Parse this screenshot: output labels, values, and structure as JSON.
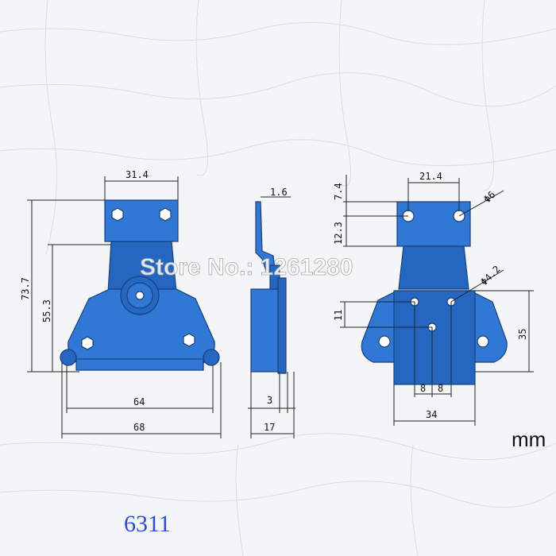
{
  "watermark": "Store No.: 1261280",
  "model_number": "6311",
  "unit": "mm",
  "colors": {
    "part": "#2f78d6",
    "background": "#f3f5f7",
    "model_text": "#2a4fd4"
  },
  "front_view": {
    "top_width": "31.4",
    "total_height": "73.7",
    "lower_height": "55.3",
    "hole_spacing": "64",
    "overall_width": "68"
  },
  "side_view": {
    "thickness": "1.6",
    "depth_small": "3",
    "depth_total": "17"
  },
  "back_view": {
    "top_hole_spacing": "21.4",
    "top_offset": "7.4",
    "top_height": "12.3",
    "top_hole_diameter": "Φ6",
    "small_hole_diameter": "Φ4.2",
    "small_hole_vertical": "11",
    "plate_height": "35",
    "hole_offset_left": "8",
    "hole_offset_right": "8",
    "plate_width": "34"
  }
}
